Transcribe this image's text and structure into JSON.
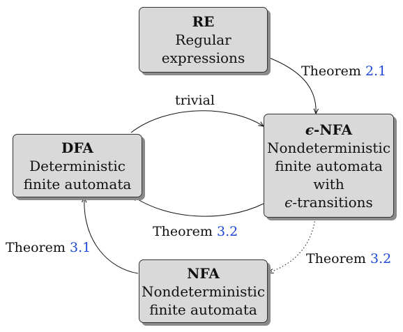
{
  "nodes": {
    "re": {
      "title": "RE",
      "lines": [
        "Regular",
        "expressions"
      ]
    },
    "enfa": {
      "title_prefix": "ϵ",
      "title": "-NFA",
      "lines": [
        "Nondeterministic",
        "finite automata",
        "with"
      ],
      "last_prefix": "ϵ",
      "last": "-transitions"
    },
    "dfa": {
      "title": "DFA",
      "lines": [
        "Deterministic",
        "finite automata"
      ]
    },
    "nfa": {
      "title": "NFA",
      "lines": [
        "Nondeterministic",
        "finite automata"
      ]
    }
  },
  "edges": {
    "re_to_enfa": {
      "text": "Theorem",
      "ref": "2.1"
    },
    "dfa_to_enfa": {
      "text": "trivial"
    },
    "enfa_to_dfa": {
      "text": "Theorem",
      "ref": "3.2"
    },
    "enfa_to_nfa": {
      "text": "Theorem",
      "ref": "3.2",
      "style": "dotted"
    },
    "nfa_to_dfa": {
      "text": "Theorem",
      "ref": "3.1"
    }
  },
  "colors": {
    "node_fill": "#d9d9d9",
    "node_shadow": "#8a8a8a",
    "reference": "#1f47d6"
  }
}
